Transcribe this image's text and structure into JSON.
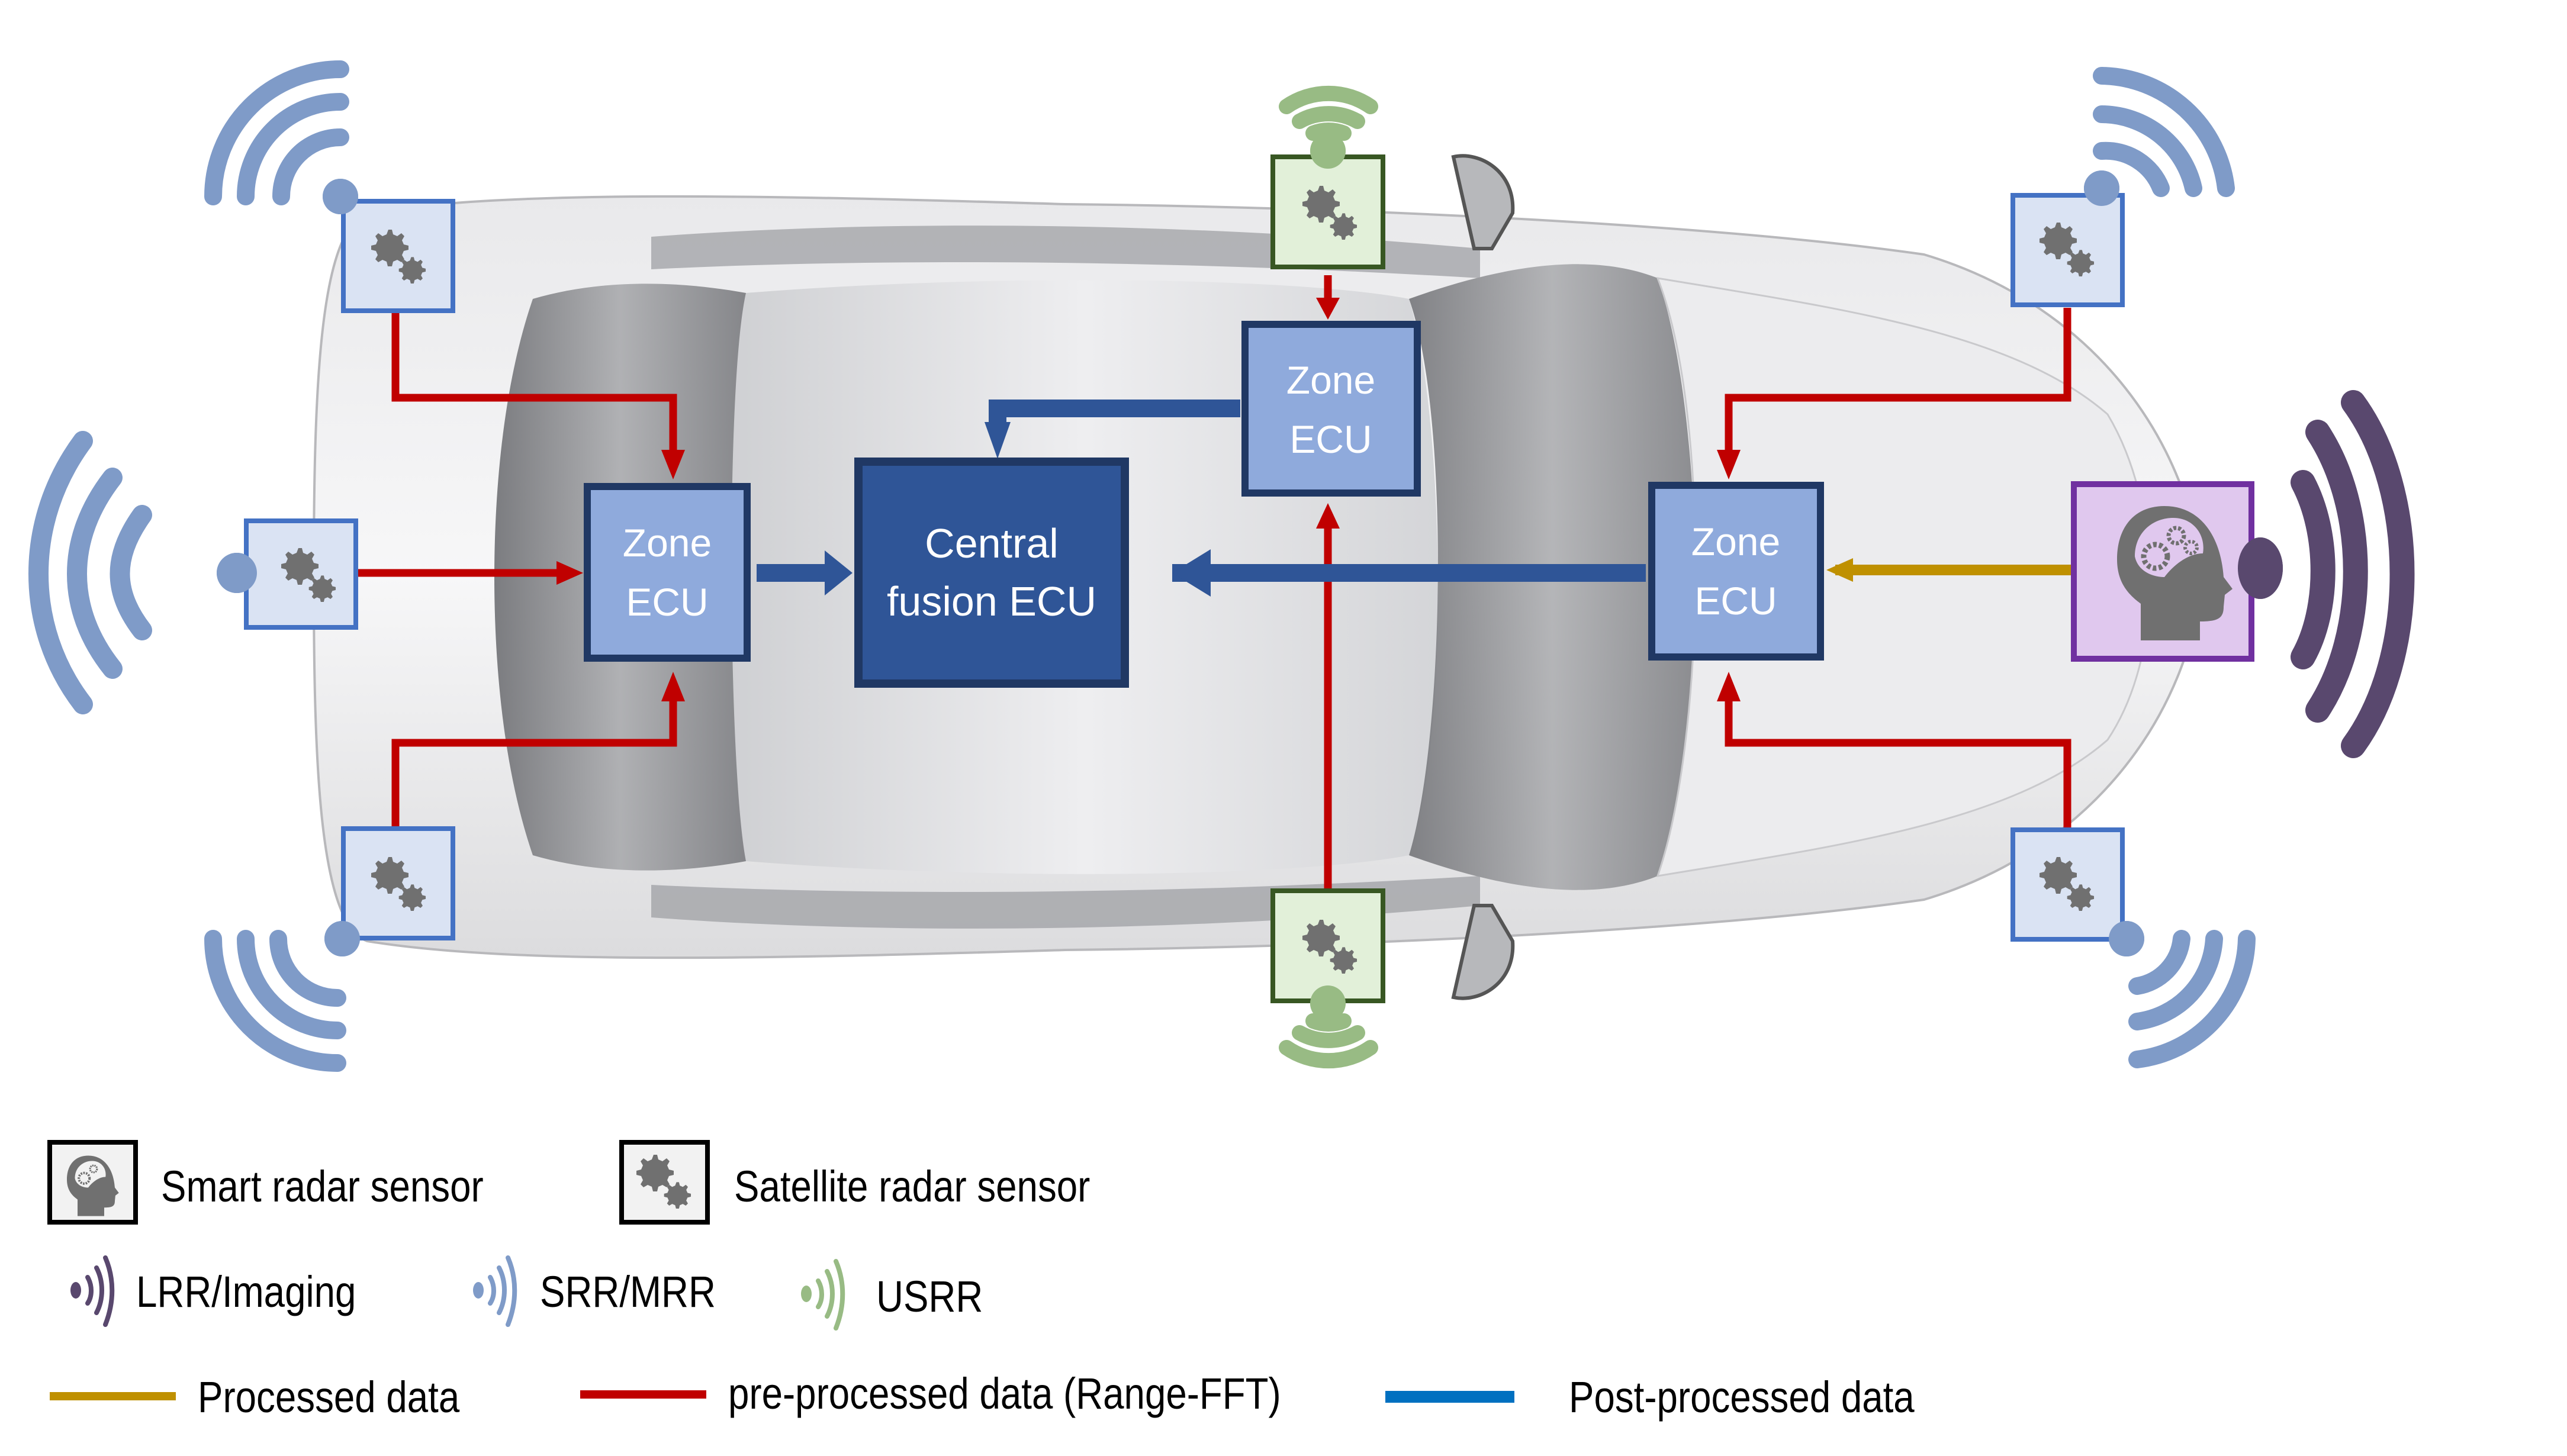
{
  "diagram": {
    "title": "Zonal radar architecture",
    "colors": {
      "processed": "#bf9000",
      "pre_processed": "#c00000",
      "post_processed": "#2f5597",
      "legend_post_processed": "#0070c0",
      "lrr": "#59486e",
      "srr": "#7f9bc8",
      "usrr": "#98bb84",
      "zone_ecu_fill": "#8faadc",
      "zone_ecu_border": "#203864",
      "central_fill": "#2f5597",
      "satellite_fill": "#dae3f3",
      "satellite_border": "#4472c4",
      "usrr_fill": "#e2f0d9",
      "usrr_border": "#385723",
      "smart_fill": "#e0c8ee",
      "smart_border": "#7030a0",
      "gear": "#707070"
    },
    "nodes": {
      "central": {
        "line1": "Central",
        "line2": "fusion ECU"
      },
      "zone_left": {
        "line1": "Zone",
        "line2": "ECU"
      },
      "zone_top": {
        "line1": "Zone",
        "line2": "ECU"
      },
      "zone_right": {
        "line1": "Zone",
        "line2": "ECU"
      }
    },
    "sensors": [
      {
        "id": "front-left-corner",
        "type": "satellite",
        "radar": "SRR/MRR",
        "icon": "gears-icon"
      },
      {
        "id": "rear-left-side",
        "type": "satellite",
        "radar": "SRR/MRR",
        "icon": "gears-icon"
      },
      {
        "id": "rear-left-corner",
        "type": "satellite",
        "radar": "SRR/MRR",
        "icon": "gears-icon"
      },
      {
        "id": "top-side",
        "type": "satellite",
        "radar": "USRR",
        "icon": "gears-icon"
      },
      {
        "id": "bottom-side",
        "type": "satellite",
        "radar": "USRR",
        "icon": "gears-icon"
      },
      {
        "id": "front-right-corner-top",
        "type": "satellite",
        "radar": "SRR/MRR",
        "icon": "gears-icon"
      },
      {
        "id": "front-right-corner-bottom",
        "type": "satellite",
        "radar": "SRR/MRR",
        "icon": "gears-icon"
      },
      {
        "id": "front-center",
        "type": "smart",
        "radar": "LRR/Imaging",
        "icon": "brain-gears-head-icon"
      }
    ]
  },
  "legend": {
    "sensor_types": [
      {
        "label": "Smart radar sensor",
        "icon": "brain-gears-head-icon"
      },
      {
        "label": "Satellite radar sensor",
        "icon": "gears-icon"
      }
    ],
    "radar_types": [
      {
        "label": "LRR/Imaging",
        "icon": "radar-wave-icon"
      },
      {
        "label": "SRR/MRR",
        "icon": "radar-wave-icon"
      },
      {
        "label": "USRR",
        "icon": "radar-wave-icon"
      }
    ],
    "data_types": [
      {
        "label": "Processed data"
      },
      {
        "label": "pre-processed data (Range-FFT)"
      },
      {
        "label": "Post-processed data"
      }
    ]
  }
}
